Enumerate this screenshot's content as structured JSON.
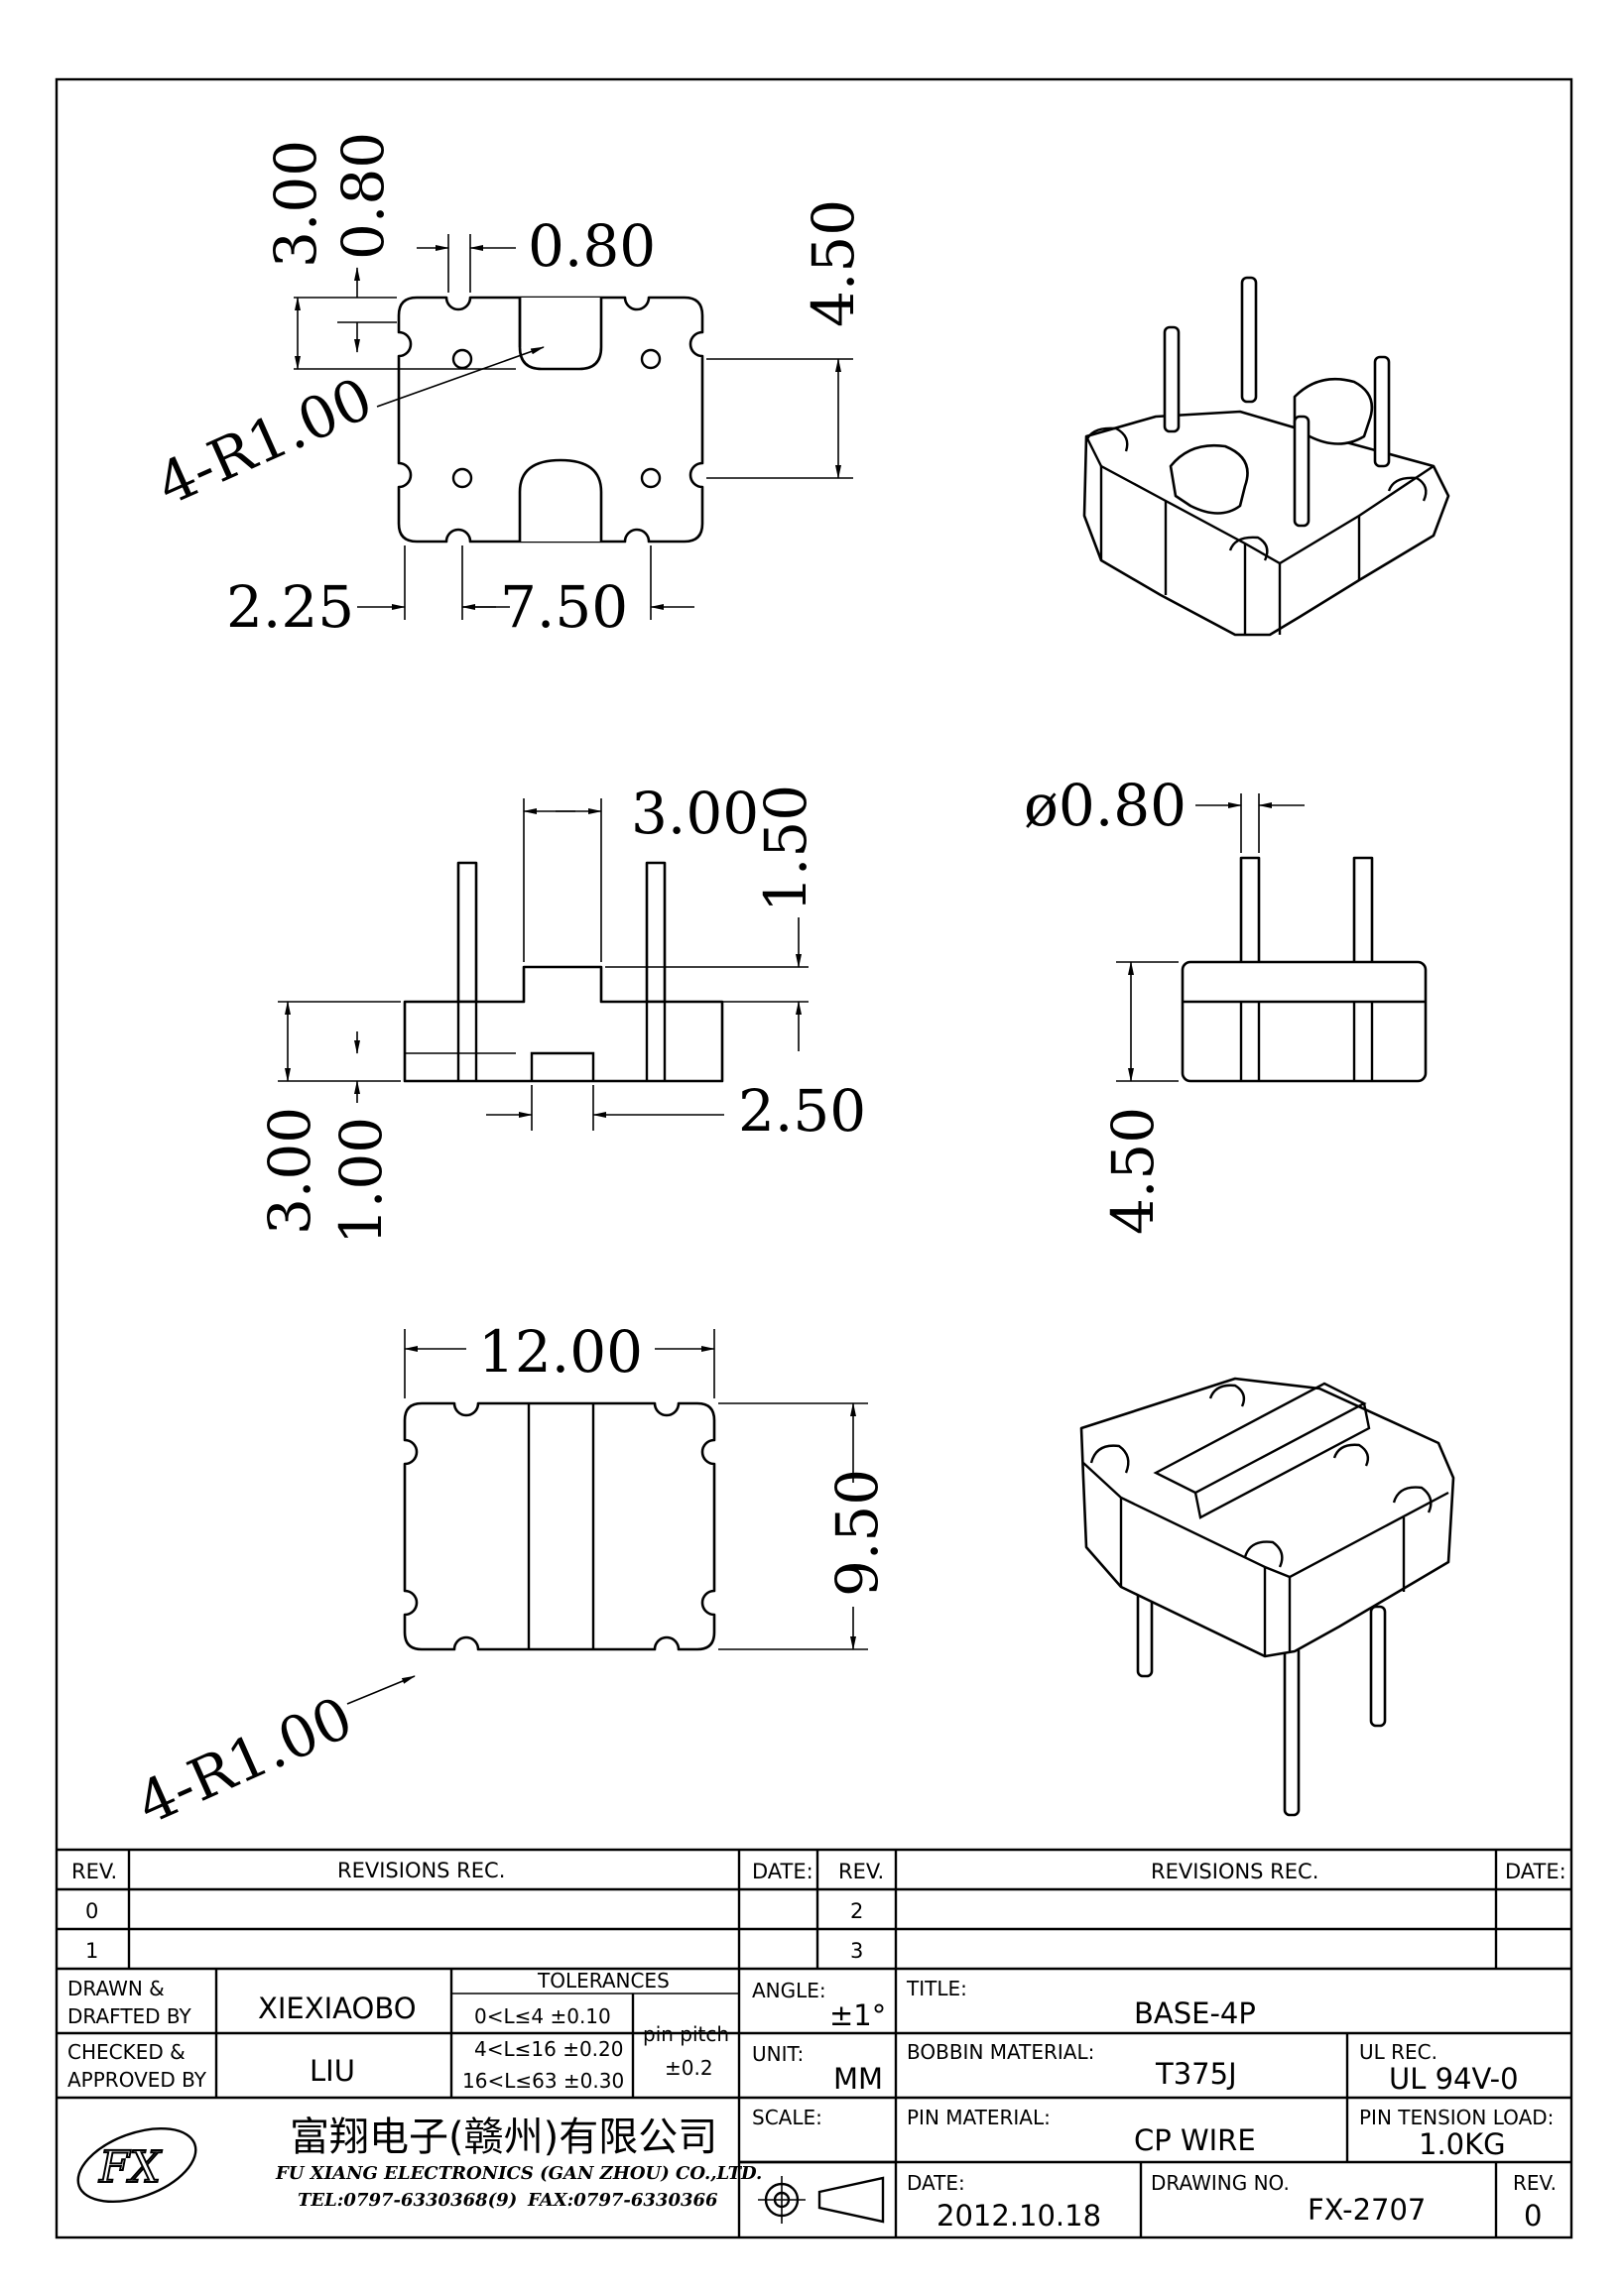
{
  "top_view": {
    "dims": [
      "3.00",
      "0.80",
      "0.80",
      "4.50",
      "4-R1.00",
      "2.25",
      "7.50"
    ]
  },
  "front_view": {
    "dims": [
      "3.00",
      "1.50",
      "3.00",
      "1.00",
      "2.50"
    ]
  },
  "side_view": {
    "dims": [
      "ø0.80",
      "4.50"
    ]
  },
  "bottom_view": {
    "dims": [
      "12.00",
      "9.50",
      "4-R1.00"
    ]
  },
  "title_block": {
    "rev_header": "REV.",
    "revisions_header": "REVISIONS   REC.",
    "date_header": "DATE:",
    "rev_numbers": [
      "0",
      "1",
      "2",
      "3"
    ],
    "drawn_label": [
      "DRAWN &",
      "DRAFTED BY"
    ],
    "drawn_value": "XIEXIAOBO",
    "checked_label": [
      "CHECKED &",
      "APPROVED BY"
    ],
    "checked_value": "LIU",
    "tolerances_label": "TOLERANCES",
    "tolerance_rows": [
      "0<L≤4   ±0.10",
      "4<L≤16  ±0.20",
      "16<L≤63  ±0.30"
    ],
    "pin_pitch_label": "pin pitch",
    "pin_pitch_value": "±0.2",
    "angle_label": "ANGLE:",
    "angle_value": "±1°",
    "unit_label": "UNIT:",
    "unit_value": "MM",
    "scale_label": "SCALE:",
    "title_label": "TITLE:",
    "title_value": "BASE-4P",
    "bobbin_material_label": "BOBBIN MATERIAL:",
    "bobbin_material_value": "T375J",
    "ul_rec_label": "UL REC.",
    "ul_rec_value": "UL 94V-0",
    "pin_material_label": "PIN MATERIAL:",
    "pin_material_value": "CP WIRE",
    "pin_tension_label": "PIN TENSION LOAD:",
    "pin_tension_value": "1.0KG",
    "date_label": "DATE:",
    "date_value": "2012.10.18",
    "drawing_no_label": "DRAWING NO.",
    "drawing_no_value": "FX-2707",
    "rev_label": "REV.",
    "rev_value": "0",
    "company_cn": "富翔电子(赣州)有限公司",
    "company_en": "FU XIANG ELECTRONICS (GAN ZHOU) CO.,LTD.",
    "tel": "TEL:0797-6330368(9)",
    "fax": "FAX:0797-6330366",
    "logo_text": "FX"
  }
}
